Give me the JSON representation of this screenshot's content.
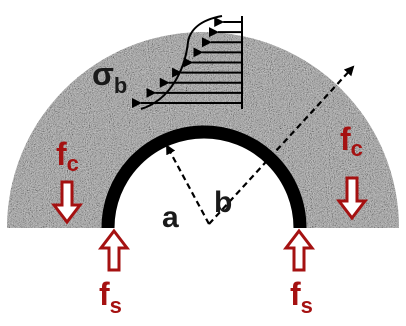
{
  "labels": {
    "sigma": "σ",
    "sigma_sub": "b",
    "fc_main": "f",
    "fc_sub": "c",
    "fs_main": "f",
    "fs_sub": "s",
    "inner_radius": "a",
    "outer_radius": "b"
  },
  "colors": {
    "material": "#a3a3a3",
    "material_light": "#ececec",
    "material_dark": "#5c5c5c",
    "liner": "#000000",
    "label_dark": "#1a1a1a",
    "label_red": "#a51111",
    "arrow_fill": "#ffffff"
  },
  "stress_profile": {
    "arrow_count": 9
  }
}
